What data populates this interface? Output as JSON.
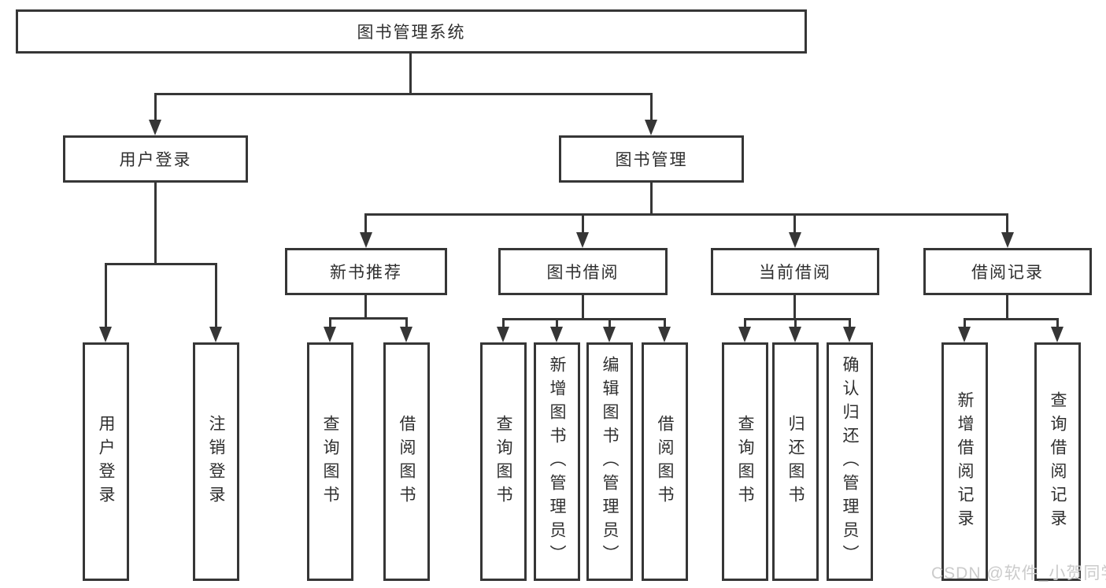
{
  "diagram": {
    "root": {
      "label": "图书管理系统"
    },
    "level2": [
      {
        "id": "user-login",
        "label": "用户登录"
      },
      {
        "id": "book-management",
        "label": "图书管理"
      }
    ],
    "level3": [
      {
        "id": "new-book-recommend",
        "label": "新书推荐"
      },
      {
        "id": "book-borrow",
        "label": "图书借阅"
      },
      {
        "id": "current-borrow",
        "label": "当前借阅"
      },
      {
        "id": "borrow-record",
        "label": "借阅记录"
      }
    ],
    "leaves": {
      "user_login": [
        "用户登录",
        "注销登录"
      ],
      "new_book_recommend": [
        "查询图书",
        "借阅图书"
      ],
      "book_borrow": [
        "查询图书",
        "新增图书（管理员）",
        "编辑图书（管理员）",
        "借阅图书"
      ],
      "current_borrow": [
        "查询图书",
        "归还图书",
        "确认归还（管理员）"
      ],
      "borrow_record": [
        "新增借阅记录",
        "查询借阅记录"
      ]
    }
  },
  "watermark": {
    "text": "CSDN @软件_小贺同学"
  },
  "colors": {
    "line": "#363636",
    "background": "#ffffff",
    "watermark_text": "#cbcbcb"
  }
}
